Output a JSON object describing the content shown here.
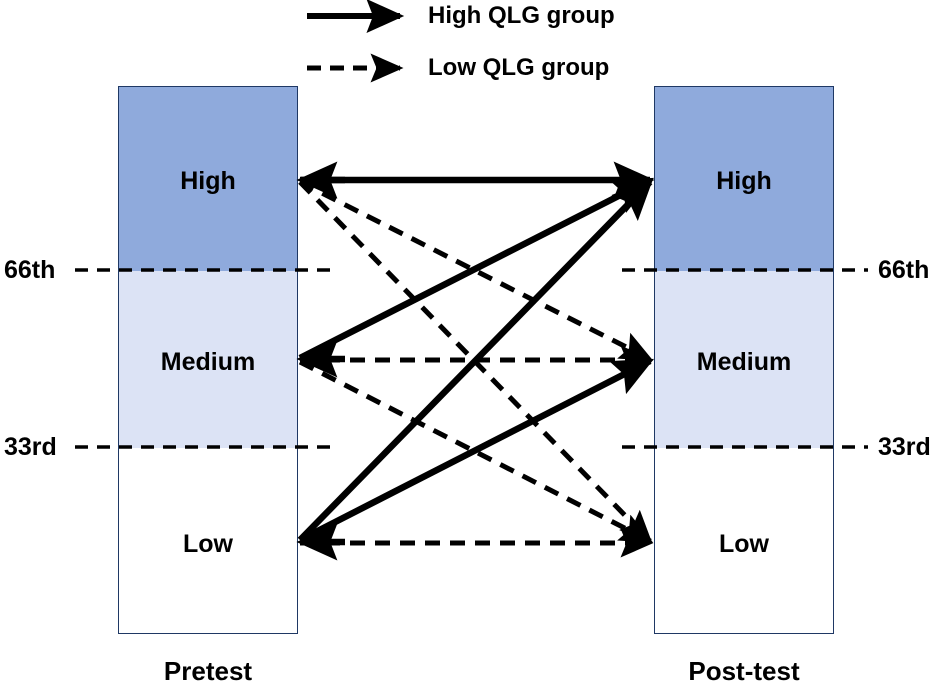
{
  "legend": {
    "items": [
      {
        "label": "High QLG group",
        "style": "solid",
        "icon": "solid-arrow-icon"
      },
      {
        "label": "Low QLG group",
        "style": "dashed",
        "icon": "dashed-arrow-icon"
      }
    ]
  },
  "colors": {
    "high_fill": "#8FAADC",
    "medium_fill": "#DCE3F5",
    "low_fill": "#FFFFFF",
    "border": "#1F3864",
    "arrow": "#000000",
    "text": "#000000"
  },
  "columns": [
    {
      "id": "pretest",
      "caption": "Pretest",
      "tiers": [
        {
          "id": "high",
          "label": "High",
          "fill": "#8FAADC"
        },
        {
          "id": "medium",
          "label": "Medium",
          "fill": "#DCE3F5"
        },
        {
          "id": "low",
          "label": "Low",
          "fill": "#FFFFFF"
        }
      ]
    },
    {
      "id": "posttest",
      "caption": "Post-test",
      "tiers": [
        {
          "id": "high",
          "label": "High",
          "fill": "#8FAADC"
        },
        {
          "id": "medium",
          "label": "Medium",
          "fill": "#DCE3F5"
        },
        {
          "id": "low",
          "label": "Low",
          "fill": "#FFFFFF"
        }
      ]
    }
  ],
  "percentiles": [
    {
      "id": "p66",
      "label_left": "66th",
      "label_right": "66th",
      "value": 66
    },
    {
      "id": "p33",
      "label_left": "33rd",
      "label_right": "33rd",
      "value": 33
    }
  ],
  "chart_data": {
    "type": "diagram",
    "title": "",
    "description": "Transition diagram of achievement tiers from pretest to post-test for High and Low QLG groups",
    "nodes": [
      {
        "id": "pre-high",
        "column": "pretest",
        "tier": "High"
      },
      {
        "id": "pre-medium",
        "column": "pretest",
        "tier": "Medium"
      },
      {
        "id": "pre-low",
        "column": "pretest",
        "tier": "Low"
      },
      {
        "id": "post-high",
        "column": "posttest",
        "tier": "High"
      },
      {
        "id": "post-medium",
        "column": "posttest",
        "tier": "Medium"
      },
      {
        "id": "post-low",
        "column": "posttest",
        "tier": "Low"
      }
    ],
    "edges": [
      {
        "group": "High QLG group",
        "style": "solid",
        "from": "pre-high",
        "to": "post-high"
      },
      {
        "group": "High QLG group",
        "style": "solid",
        "from": "pre-medium",
        "to": "post-high"
      },
      {
        "group": "High QLG group",
        "style": "solid",
        "from": "pre-low",
        "to": "post-high"
      },
      {
        "group": "High QLG group",
        "style": "solid",
        "from": "pre-low",
        "to": "post-medium"
      },
      {
        "group": "Low QLG group",
        "style": "dashed",
        "from": "pre-high",
        "to": "post-medium"
      },
      {
        "group": "Low QLG group",
        "style": "dashed",
        "from": "pre-high",
        "to": "post-low"
      },
      {
        "group": "Low QLG group",
        "style": "dashed",
        "from": "pre-medium",
        "to": "post-medium"
      },
      {
        "group": "Low QLG group",
        "style": "dashed",
        "from": "pre-medium",
        "to": "post-low"
      },
      {
        "group": "Low QLG group",
        "style": "dashed",
        "from": "pre-low",
        "to": "post-low"
      }
    ]
  }
}
